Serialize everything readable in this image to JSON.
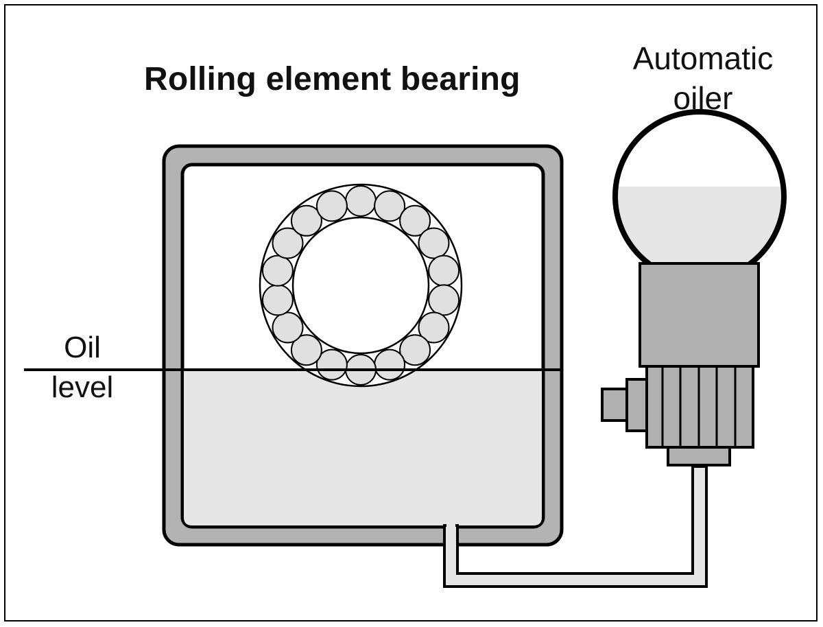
{
  "diagram": {
    "title": "Rolling element bearing",
    "oiler_label_line1": "Automatic",
    "oiler_label_line2": "oiler",
    "oil_label_line1": "Oil",
    "oil_label_line2": "level"
  },
  "colors": {
    "stroke": "#000000",
    "housing_gray": "#b3b3b3",
    "oil_fill": "#e6e6e6",
    "ball_fill": "#e0e0e0",
    "oiler_body": "#b0b0b0",
    "background": "#ffffff"
  }
}
